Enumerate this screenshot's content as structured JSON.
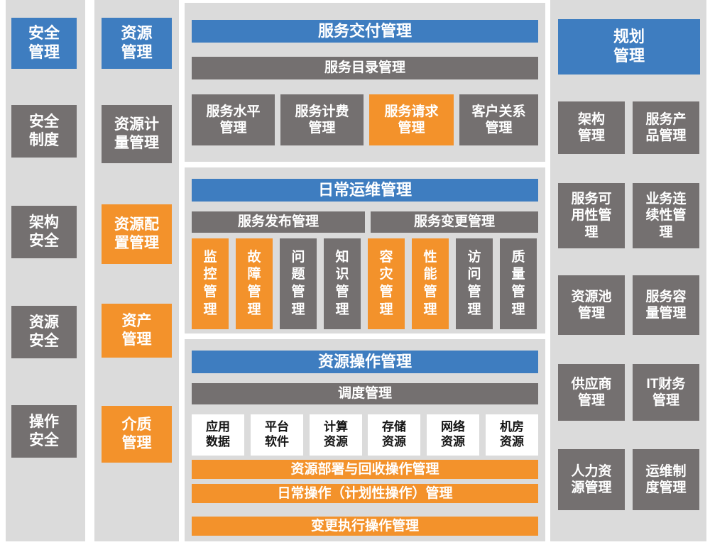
{
  "palette": {
    "blue": "#3e7dc0",
    "gray": "#747070",
    "orange": "#f3922b",
    "column_background": "#dbdbdb",
    "white_box": "#ffffff"
  },
  "security": {
    "title": "安全\n管理",
    "items": [
      {
        "label": "安全\n制度",
        "color": "gray"
      },
      {
        "label": "架构\n安全",
        "color": "gray"
      },
      {
        "label": "资源\n安全",
        "color": "gray"
      },
      {
        "label": "操作\n安全",
        "color": "gray"
      }
    ]
  },
  "resource": {
    "title": "资源\n管理",
    "items": [
      {
        "label": "资源计\n量管理",
        "color": "gray"
      },
      {
        "label": "资源配\n置管理",
        "color": "orange"
      },
      {
        "label": "资产\n管理",
        "color": "orange"
      },
      {
        "label": "介质\n管理",
        "color": "orange"
      }
    ]
  },
  "service_delivery": {
    "title": "服务交付管理",
    "catalog_bar": "服务目录管理",
    "items": [
      {
        "label": "服务水平\n管理",
        "color": "gray"
      },
      {
        "label": "服务计费\n管理",
        "color": "gray"
      },
      {
        "label": "服务请求\n管理",
        "color": "orange"
      },
      {
        "label": "客户关系\n管理",
        "color": "gray"
      }
    ]
  },
  "daily_ops": {
    "title": "日常运维管理",
    "release_bar": "服务发布管理",
    "change_bar": "服务变更管理",
    "items": [
      {
        "label": "监控管理",
        "color": "orange"
      },
      {
        "label": "故障管理",
        "color": "orange"
      },
      {
        "label": "问题管理",
        "color": "gray"
      },
      {
        "label": "知识管理",
        "color": "gray"
      },
      {
        "label": "容灾管理",
        "color": "orange"
      },
      {
        "label": "性能管理",
        "color": "orange"
      },
      {
        "label": "访问管理",
        "color": "gray"
      },
      {
        "label": "质量管理",
        "color": "gray"
      }
    ]
  },
  "resource_ops": {
    "title": "资源操作管理",
    "schedule_bar": "调度管理",
    "resources": [
      "应用\n数据",
      "平台\n软件",
      "计算\n资源",
      "存储\n资源",
      "网络\n资源",
      "机房\n资源"
    ],
    "bars": [
      "资源部署与回收操作管理",
      "日常操作（计划性操作）管理",
      "变更执行操作管理"
    ]
  },
  "planning": {
    "title": "规划\n管理",
    "items": [
      "架构\n管理",
      "服务产\n品管理",
      "服务可\n用性管\n理",
      "业务连\n续性管\n理",
      "资源池\n管理",
      "服务容\n量管理",
      "供应商\n管理",
      "IT财务\n管理",
      "人力资\n源管理",
      "运维制\n度管理"
    ]
  }
}
